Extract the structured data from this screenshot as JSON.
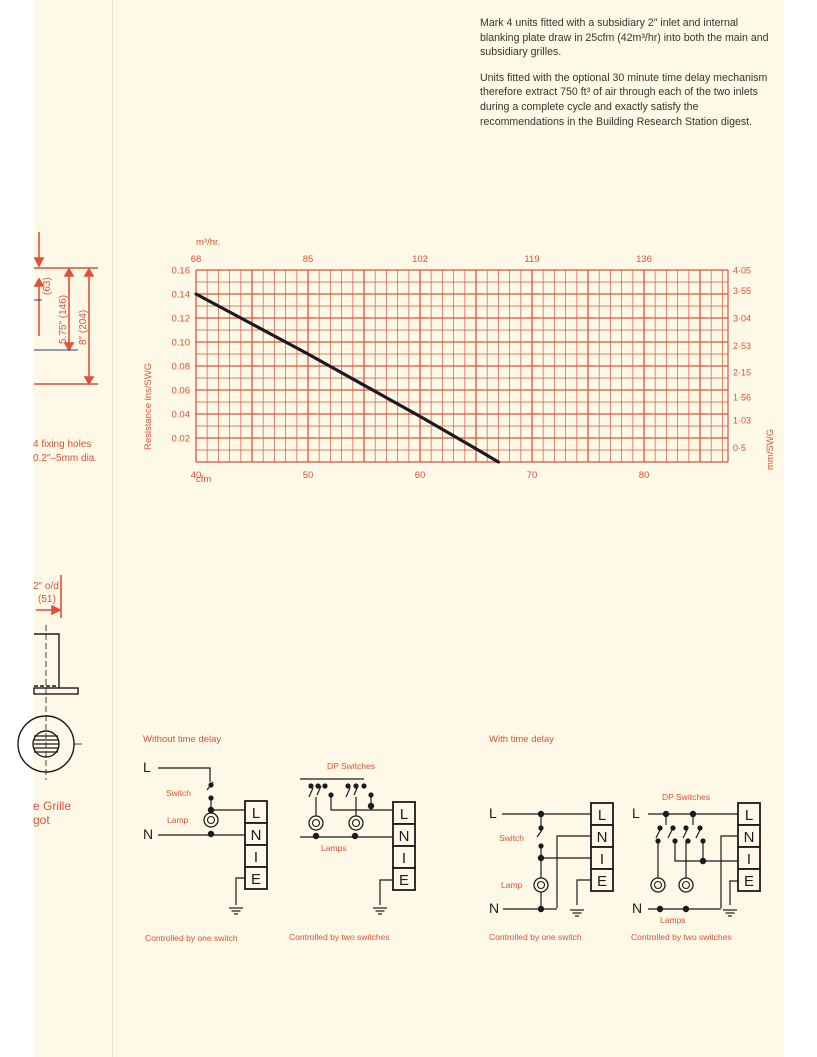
{
  "intro": {
    "paragraph1": "Mark 4 units fitted with a subsidiary 2″ inlet and internal blanking plate draw in 25cfm (42m³/hr) into both the main and subsidiary grilles.",
    "paragraph2": "Units fitted with the optional 30 minute time delay mechanism therefore extract 750 ft³ of air through each of the two inlets during a complete cycle and exactly satisfy the recommendations in the Building Research Station digest."
  },
  "left_fragment": {
    "dim_63": "(63)",
    "dim_146": "5.75″ (146)",
    "dim_204": "8″ (204)",
    "fixing_line1": "4 fixing holes",
    "fixing_line2": "0.2″–5mm dia.",
    "od_line1": "2″ o/d",
    "od_line2": "(51)",
    "grille_line1": "e Grille",
    "grille_line2": "got"
  },
  "chart_data": {
    "type": "line",
    "title": "",
    "xlabel": "cfm",
    "ylabel": "Resistance ins/SWG",
    "x2label": "m³/hr.",
    "y2label": "mm/SWG",
    "xlim": [
      40,
      87.5
    ],
    "ylim": [
      0,
      0.16
    ],
    "x_ticks": [
      40,
      50,
      60,
      70,
      80
    ],
    "x_tick_labels": [
      "40",
      "50",
      "60",
      "70",
      "80"
    ],
    "x2_ticks": [
      40,
      50,
      60,
      70,
      80
    ],
    "x2_tick_labels": [
      "68",
      "85",
      "102",
      "119",
      "136"
    ],
    "y_ticks": [
      0.16,
      0.14,
      0.12,
      0.1,
      0.08,
      0.06,
      0.04,
      0.02
    ],
    "y_tick_labels": [
      "0.16",
      "0.14",
      "0.12",
      "0.10",
      "0.08",
      "0.06",
      "0.04",
      "0.02"
    ],
    "y2_tick_labels": [
      "4·05",
      "3·55",
      "3·04",
      "2·53",
      "2·15",
      "1·56",
      "1·03",
      "0·5"
    ],
    "grid": true,
    "grid_minor_step_x": 1,
    "grid_minor_step_y": 0.01,
    "grid_color": "#e0503a",
    "line_color": "#1c1a1e",
    "series": [
      {
        "name": "Resistance",
        "x": [
          40,
          45,
          50,
          55,
          60,
          65,
          67
        ],
        "y": [
          0.14,
          0.115,
          0.09,
          0.064,
          0.038,
          0.011,
          0.0
        ]
      }
    ]
  },
  "wiring": {
    "without_heading": "Without time delay",
    "with_heading": "With time delay",
    "caption_one_switch": "Controlled by one switch",
    "caption_two_switches": "Controlled by two switches",
    "label_switch": "Switch",
    "label_lamp": "Lamp",
    "label_lamps": "Lamps",
    "label_dp_switches": "DP Switches",
    "line_L": "L",
    "line_N": "N",
    "terminals": [
      "L",
      "N",
      "I",
      "E"
    ]
  }
}
